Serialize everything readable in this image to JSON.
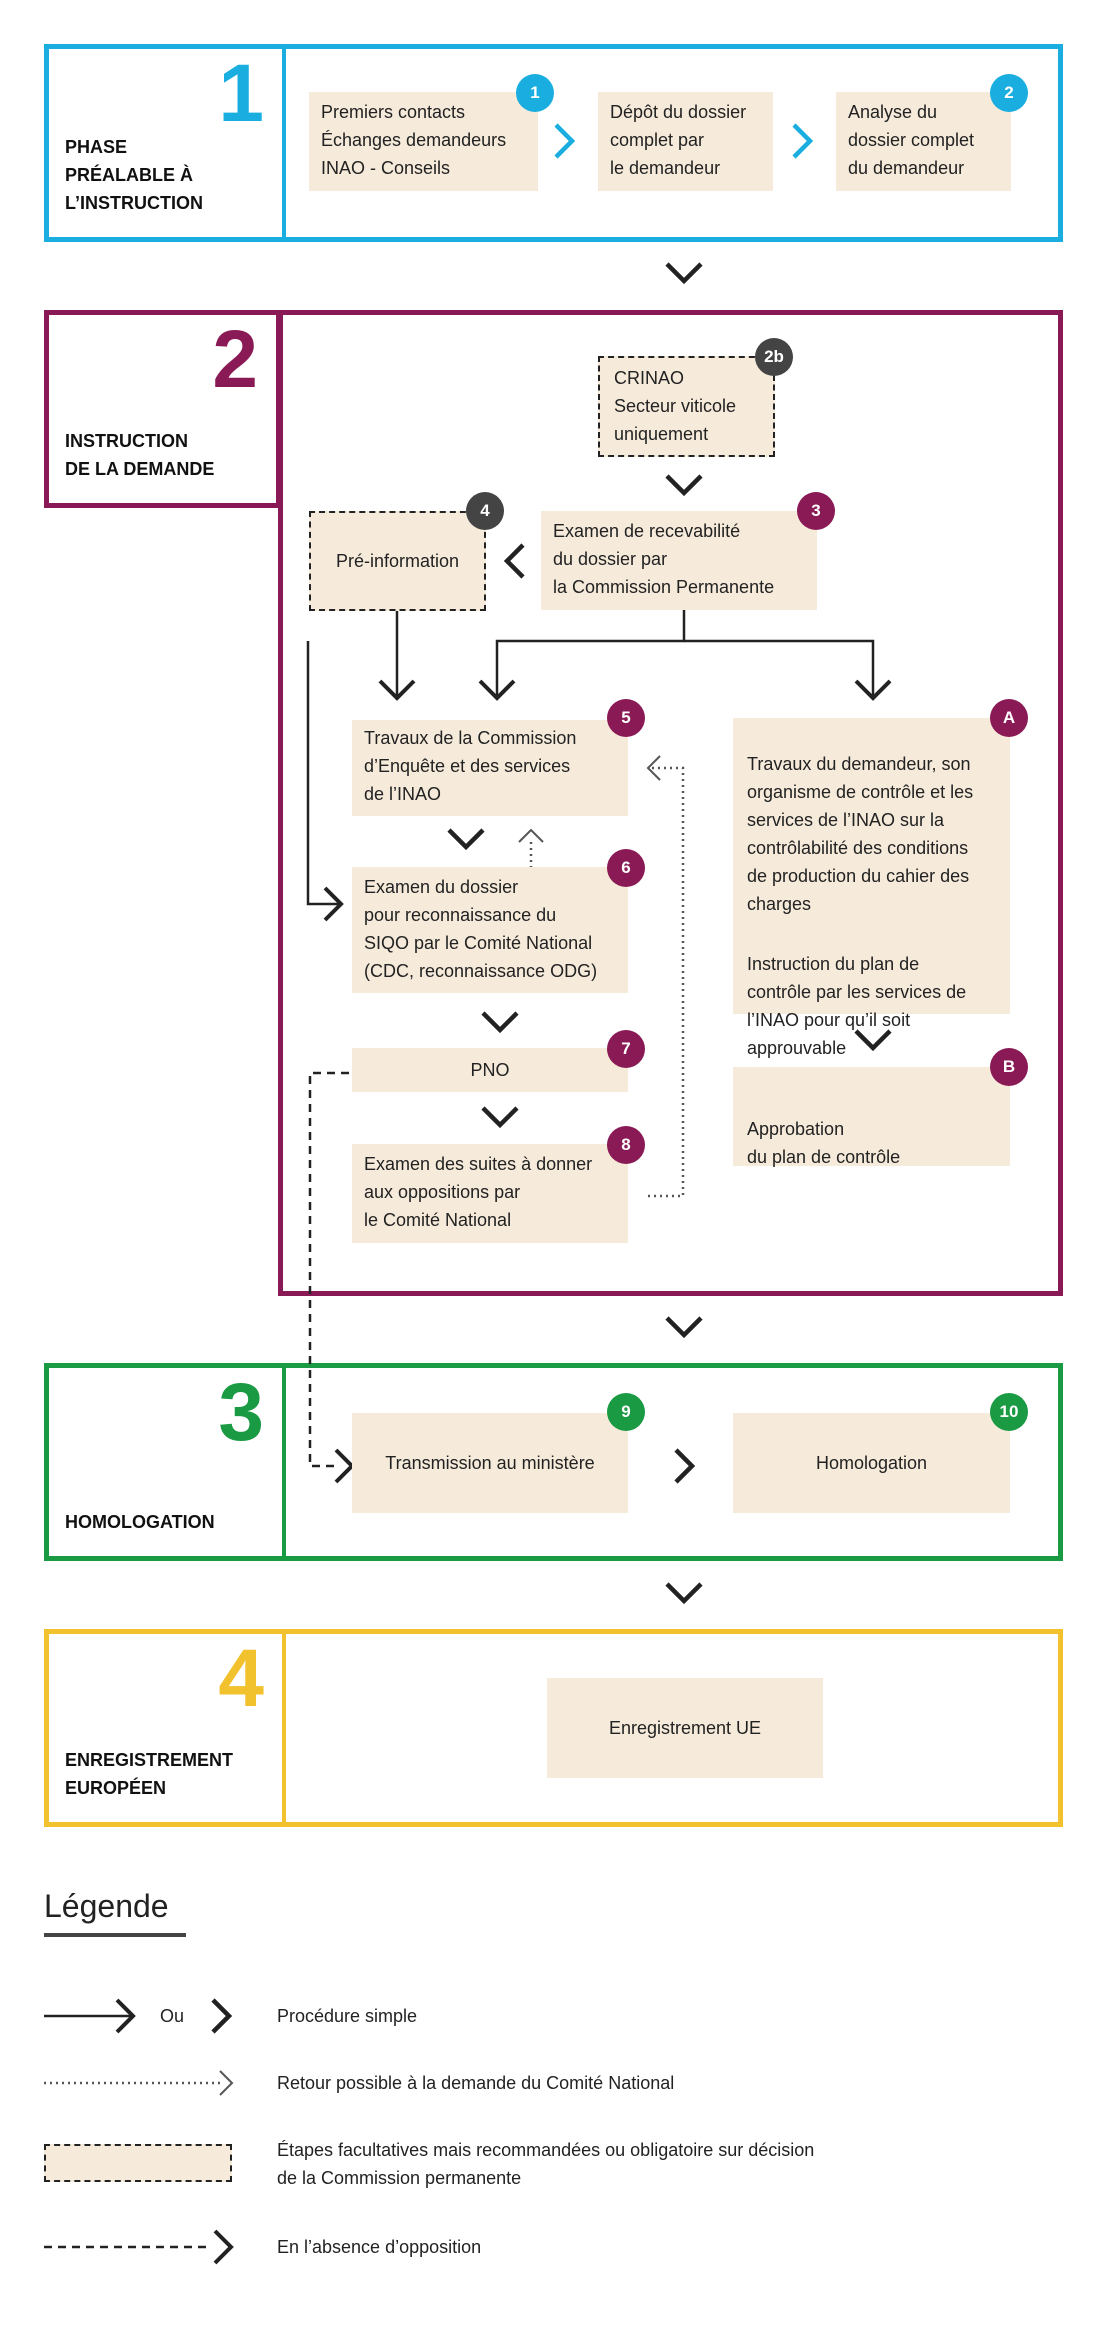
{
  "colors": {
    "phase1": "#1aaee0",
    "phase2": "#8a1a55",
    "phase3": "#199a43",
    "phase4": "#f2c12e",
    "box": "#f6ebdb",
    "dark_badge": "#444444"
  },
  "phases": [
    {
      "number": "1",
      "title": "PHASE\nPRÉALABLE À\nL’INSTRUCTION"
    },
    {
      "number": "2",
      "title": "INSTRUCTION\nDE LA DEMANDE"
    },
    {
      "number": "3",
      "title": "HOMOLOGATION"
    },
    {
      "number": "4",
      "title": "ENREGISTREMENT\nEUROPÉEN"
    }
  ],
  "steps": {
    "premiers_contacts": {
      "badge": "1",
      "text": "Premiers contacts\nÉchanges demandeurs\nINAO - Conseils"
    },
    "depot": {
      "text": "Dépôt du dossier\ncomplet par\nle demandeur"
    },
    "analyse": {
      "badge": "2",
      "text": "Analyse du\ndossier complet\ndu demandeur"
    },
    "crinao": {
      "badge": "2b",
      "text": "CRINAO\nSecteur viticole\nuniquement"
    },
    "recevabilite": {
      "badge": "3",
      "text": "Examen de recevabilité\ndu dossier par\nla Commission Permanente"
    },
    "pre_information": {
      "badge": "4",
      "text": "Pré-information"
    },
    "commission_enquete": {
      "badge": "5",
      "text": "Travaux de la Commission\nd’Enquête et des services\nde l’INAO"
    },
    "examen_dossier": {
      "badge": "6",
      "text": "Examen du dossier\npour reconnaissance du\nSIQO par le Comité National\n(CDC, reconnaissance ODG)"
    },
    "pno": {
      "badge": "7",
      "text": "PNO"
    },
    "suites": {
      "badge": "8",
      "text": "Examen des suites à donner\naux oppositions par\nle Comité National"
    },
    "travaux_demandeur": {
      "badge": "A",
      "text": "Travaux du demandeur, son\norganisme de contrôle et les\nservices de l’INAO sur la\ncontrôlabilité des conditions\nde production du cahier des\ncharges"
    },
    "travaux_demandeur_2": {
      "text": "Instruction du plan de\ncontrôle par les services de\nl’INAO pour qu’il soit\napprouvable"
    },
    "approbation": {
      "badge": "B",
      "text": "Approbation\ndu plan de contrôle"
    },
    "transmission": {
      "badge": "9",
      "text": "Transmission au ministère"
    },
    "homologation": {
      "badge": "10",
      "text": "Homologation"
    },
    "enregistrement": {
      "text": "Enregistrement UE"
    }
  },
  "legend": {
    "title": "Légende",
    "or_label": "Ou",
    "simple": "Procédure simple",
    "dotted": "Retour possible à la demande du Comité National",
    "dashed_box": "Étapes facultatives mais recommandées ou obligatoire sur décision\nde la Commission permanente",
    "dashed_line": "En l’absence d’opposition"
  }
}
